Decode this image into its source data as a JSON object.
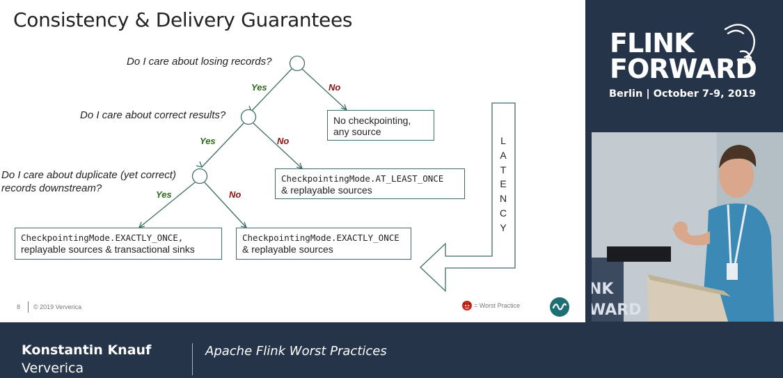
{
  "slide": {
    "title": "Consistency & Delivery Guarantees",
    "questions": {
      "q1": "Do I care about losing records?",
      "q2": "Do I care about correct results?",
      "q3_line1": "Do I care about duplicate (yet correct)",
      "q3_line2": "records downstream?"
    },
    "branch_labels": {
      "yes": "Yes",
      "no": "No"
    },
    "outcomes": {
      "no_checkpointing": {
        "line1": "No checkpointing,",
        "line2": "any source"
      },
      "at_least_once": {
        "line1": "CheckpointingMode.AT_LEAST_ONCE",
        "line2": "& replayable sources"
      },
      "exactly_once_sinks": {
        "line1": "CheckpointingMode.EXACTLY_ONCE,",
        "line2": "replayable sources & transactional sinks"
      },
      "exactly_once": {
        "line1": "CheckpointingMode.EXACTLY_ONCE",
        "line2": "& replayable sources"
      }
    },
    "latency_label": [
      "L",
      "A",
      "T",
      "E",
      "N",
      "C",
      "Y"
    ],
    "footer": {
      "page_number": "8",
      "copyright": "© 2019 Ververica",
      "legend_text": "= Worst Practice"
    },
    "colors": {
      "yes": "#2d6a1a",
      "no": "#8a1414",
      "node_stroke": "#3f6b66",
      "brand": "#1e6e75"
    }
  },
  "event": {
    "logo_line1": "FLINK",
    "logo_line2": "FORWARD",
    "info": "Berlin | October 7-9, 2019",
    "banner_partial_line1": "NK",
    "banner_partial_line2": "WARD"
  },
  "lower_third": {
    "speaker_name": "Konstantin Knauf",
    "speaker_company": "Ververica",
    "talk_title": "Apache Flink Worst Practices"
  }
}
